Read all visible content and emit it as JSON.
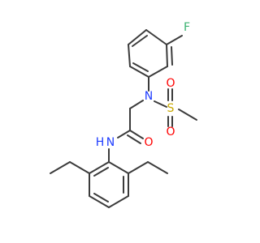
{
  "molecule": {
    "atoms": {
      "F": {
        "text": "F"
      },
      "N1": {
        "text": "N"
      },
      "S": {
        "text": "S"
      },
      "O1": {
        "text": "O"
      },
      "O2": {
        "text": "O"
      },
      "O3": {
        "text": "O"
      },
      "NH": {
        "text": "N"
      },
      "H": {
        "text": "H"
      }
    },
    "colors": {
      "bond": "#3b3b3b",
      "F": "#3cb371",
      "N": "#1e3cff",
      "S": "#c8a800",
      "O": "#ff0000"
    }
  }
}
